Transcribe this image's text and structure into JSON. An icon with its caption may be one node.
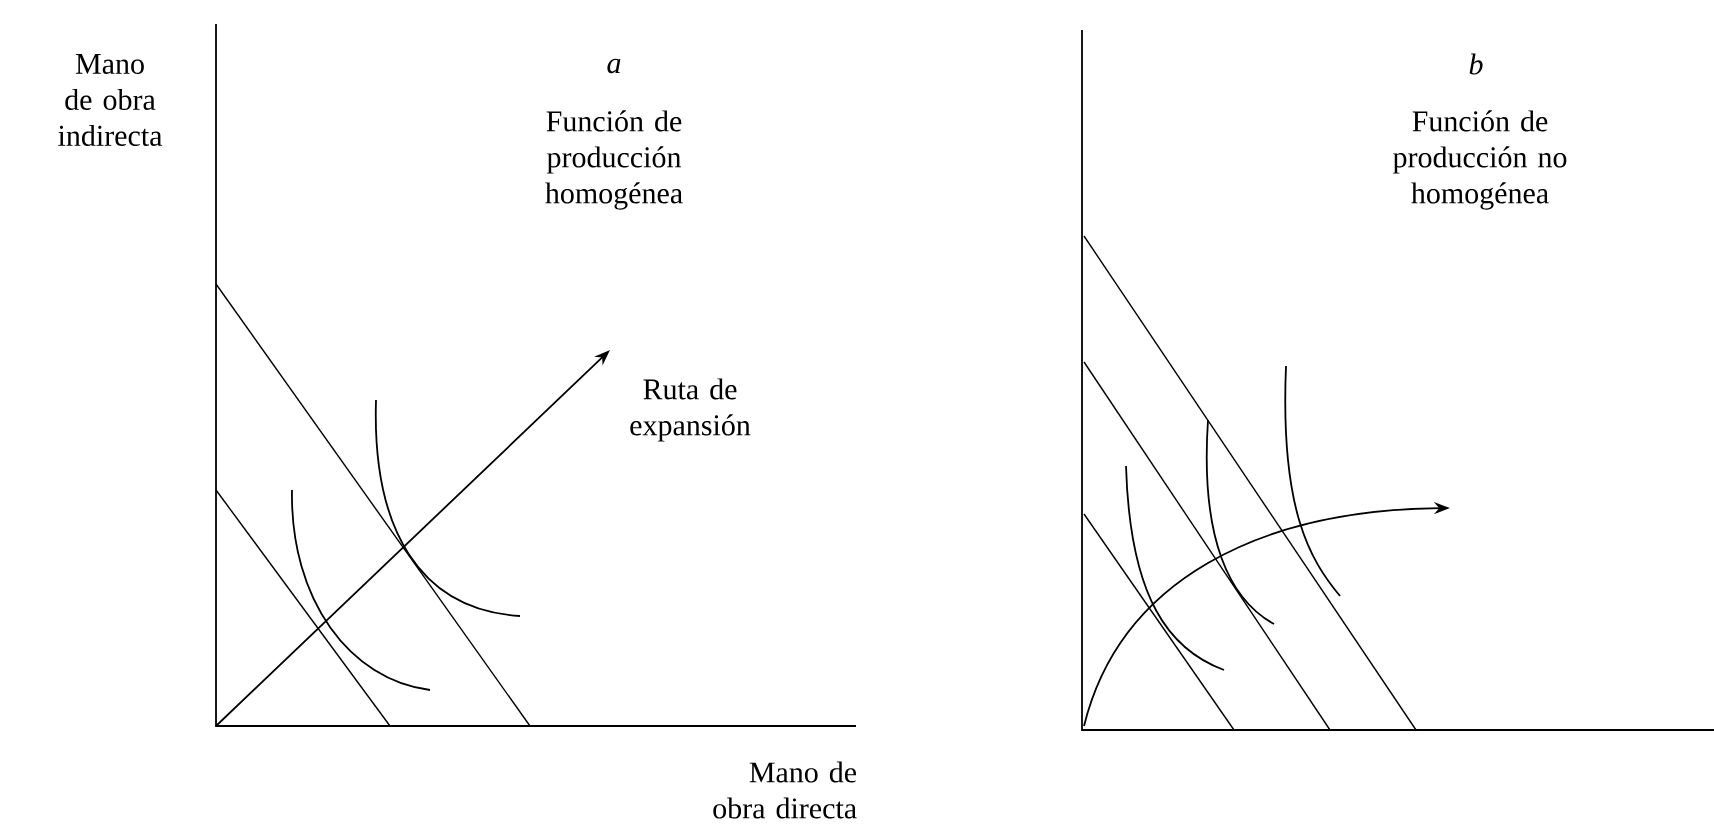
{
  "diagram": {
    "labels": [
      "Mano de obra indirecta",
      "a",
      "Función de producción homogénea",
      "Ruta de expansión",
      "Mano de obra directa",
      "b",
      "Función de producción no homogénea"
    ]
  }
}
